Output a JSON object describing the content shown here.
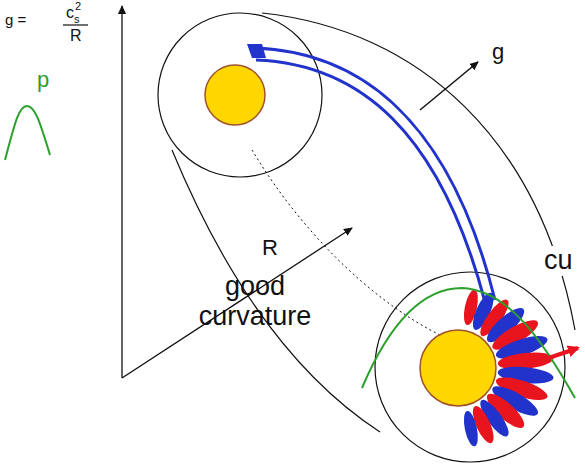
{
  "diagram": {
    "labels": [
      "g =",
      "c",
      "s",
      "2",
      "R",
      "p",
      "g",
      "R",
      "good curvature",
      "cu"
    ]
  }
}
